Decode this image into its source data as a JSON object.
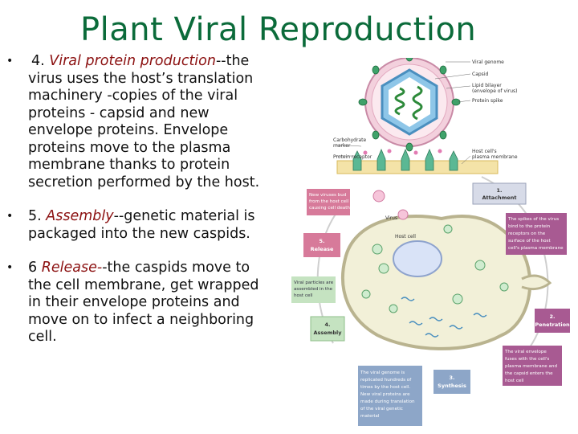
{
  "title": "Plant Viral Reproduction",
  "bullets": [
    {
      "bullet": "•",
      "number": "4.",
      "term": "Viral protein production",
      "sep": "--",
      "text": "the virus uses the host’s translation machinery -copies of the viral proteins - capsid and new envelope proteins. Envelope proteins move to the plasma membrane thanks to protein secretion performed by the host."
    },
    {
      "bullet": "•",
      "number": "5.",
      "term": "Assembly",
      "sep": "--",
      "text": "genetic material is packaged into the new caspids."
    },
    {
      "bullet": "•",
      "number": "6",
      "term": "Release-",
      "sep": "-",
      "text": "the caspids move to the cell membrane, get wrapped in their envelope proteins and move on to infect a neighboring cell."
    }
  ],
  "figure": {
    "labels": {
      "viral_genome": "Viral genome",
      "capsid": "Capsid",
      "lipid_bilayer_1": "Lipid bilayer",
      "lipid_bilayer_2": "(envelope of virus)",
      "protein_spike": "Protein spike",
      "carbohydrate_1": "Carbohydrate",
      "carbohydrate_2": "marker",
      "protein_receptor": "Protein receptor",
      "host_cell_pm_1": "Host cell's",
      "host_cell_pm_2": "plasma membrane",
      "virus": "Virus",
      "host_cell": "Host cell"
    },
    "steps": {
      "attachment_num": "1.",
      "attachment": "Attachment",
      "penetration_num": "2.",
      "penetration": "Penetration",
      "synthesis_num": "3.",
      "synthesis": "Synthesis",
      "assembly_num": "4.",
      "assembly": "Assembly",
      "release_num": "5.",
      "release": "Release"
    },
    "notes": {
      "new_viruses": [
        "New viruses bud",
        "from the host cell",
        "causing cell death"
      ],
      "spikes": [
        "The spikes of the virus",
        "bind to the protein",
        "receptors on the",
        "surface of the host",
        "cell's plasma membrane"
      ],
      "assembled": [
        "Viral particles are",
        "assembled in the",
        "host cell"
      ],
      "envelope": [
        "The viral envelope",
        "fuses with the cell's",
        "plasma membrane and",
        "the capsid enters the",
        "host cell"
      ],
      "genome": [
        "The viral genome is",
        "replicated hundreds of",
        "times by the host cell.",
        "New viral proteins are",
        "made during translation",
        "of the viral genetic",
        "material"
      ]
    },
    "colors": {
      "title": "#0b6b3a",
      "term": "#8b1010",
      "pink_box": "#d77a9a",
      "purple_box": "#a85a92",
      "blue_box": "#8da6c8",
      "green_box": "#c5e3c1",
      "step_box": "#d7dbe8"
    }
  }
}
